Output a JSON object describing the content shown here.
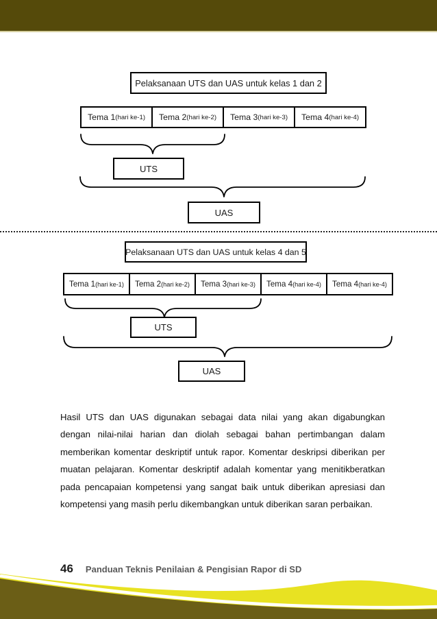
{
  "page": {
    "number": "46",
    "footer_title": "Panduan Teknis Penilaian & Pengisian Rapor di SD"
  },
  "colors": {
    "top_bar": "#554a0a",
    "top_bar_edge": "#d6cfa0",
    "wave_yellow": "#e8e222",
    "wave_dark": "#6b5e16",
    "wave_gap": "#ffffff"
  },
  "diagram1": {
    "title": "Pelaksanaan UTS dan UAS untuk kelas 1 dan 2",
    "themes": [
      {
        "name": "Tema 1",
        "sub": "(hari ke-1)"
      },
      {
        "name": "Tema 2",
        "sub": "(hari ke-2)"
      },
      {
        "name": "Tema 3",
        "sub": "(hari ke-3)"
      },
      {
        "name": "Tema 4",
        "sub": "(hari ke-4)"
      }
    ],
    "uts_label": "UTS",
    "uas_label": "UAS"
  },
  "diagram2": {
    "title": "Pelaksanaan UTS dan UAS untuk kelas 4 dan 5",
    "themes": [
      {
        "name": "Tema 1",
        "sub": "(hari ke-1)"
      },
      {
        "name": "Tema 2",
        "sub": "(hari ke-2)"
      },
      {
        "name": "Tema 3",
        "sub": "(hari ke-3)"
      },
      {
        "name": "Tema 4",
        "sub": "(hari ke-4)"
      },
      {
        "name": "Tema 4",
        "sub": "(hari ke-4)"
      }
    ],
    "uts_label": "UTS",
    "uas_label": "UAS"
  },
  "paragraph": "Hasil UTS dan UAS digunakan sebagai data nilai yang akan digabungkan dengan nilai-nilai harian dan diolah sebagai bahan pertimbangan dalam memberikan komentar deskriptif untuk rapor. Komentar deskripsi diberikan per muatan pelajaran. Komentar deskriptif adalah komentar yang menitikberatkan pada pencapaian kompetensi yang sangat baik untuk diberikan apresiasi dan kompetensi yang masih perlu dikembangkan untuk diberikan saran perbaikan."
}
